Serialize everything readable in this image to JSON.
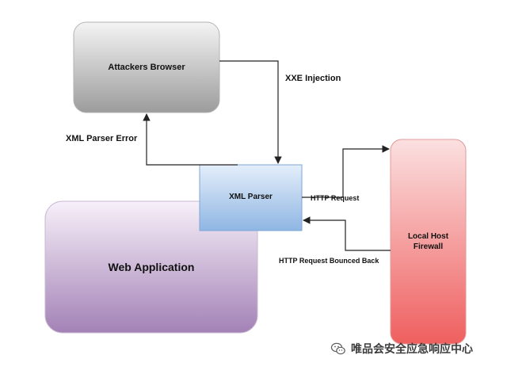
{
  "nodes": {
    "attackers_browser": {
      "label": "Attackers Browser",
      "colors": {
        "top": "#f4f4f4",
        "bottom": "#9c9c9c"
      }
    },
    "xml_parser": {
      "label": "XML Parser",
      "colors": {
        "top": "#e4eefa",
        "bottom": "#8fb6e3"
      }
    },
    "web_application": {
      "label": "Web Application",
      "colors": {
        "top": "#f7f0f9",
        "bottom": "#a382b6"
      }
    },
    "local_host_firewall": {
      "label": "Local Host\nFirewall",
      "colors": {
        "top": "#fbe0e0",
        "bottom": "#ef5f5f"
      }
    }
  },
  "edges": {
    "xxe_injection": {
      "label": "XXE Injection"
    },
    "xml_parser_error": {
      "label": "XML Parser Error"
    },
    "http_request": {
      "label": "HTTP Request"
    },
    "http_request_bounced_back": {
      "label": "HTTP Request Bounced Back"
    }
  },
  "watermark": {
    "text": "唯品会安全应急响应中心",
    "icon": "wechat-icon"
  }
}
